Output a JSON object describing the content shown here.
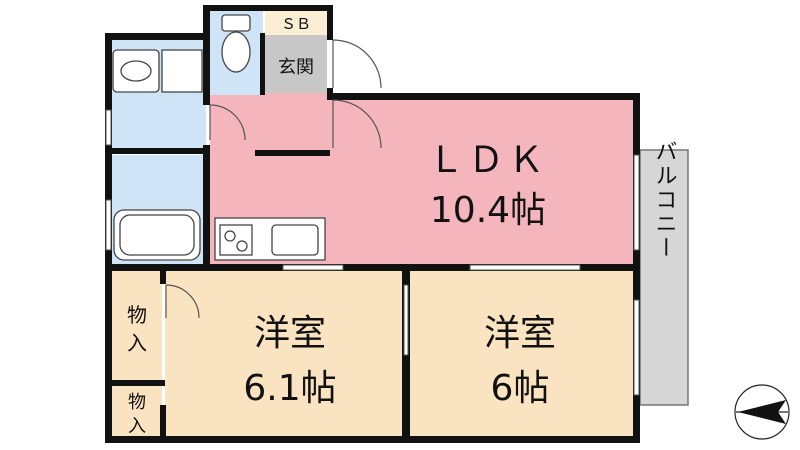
{
  "rooms": {
    "ldk": {
      "name": "ＬＤＫ",
      "size": "10.4帖"
    },
    "western_left": {
      "name": "洋室",
      "size": "6.1帖"
    },
    "western_right": {
      "name": "洋室",
      "size": "6帖"
    },
    "closet_1": {
      "line1": "物",
      "line2": "入"
    },
    "closet_2": {
      "line1": "物",
      "line2": "入"
    },
    "entrance": {
      "name": "玄関"
    },
    "shoe_box": {
      "name": "ＳＢ"
    },
    "balcony": {
      "name": "バルコニー"
    }
  },
  "colors": {
    "ldk": "#f5b5bd",
    "western": "#fae3c1",
    "wet_area": "#cfe4f7",
    "entrance": "#c7c7c7",
    "balcony": "#d6d6d6",
    "shoe_box": "#faeed4",
    "wall": "#111111"
  },
  "icons": [
    "compass-north-arrow-icon",
    "door-swing-icon",
    "toilet-icon",
    "sink-icon",
    "bathtub-icon",
    "stove-icon"
  ]
}
